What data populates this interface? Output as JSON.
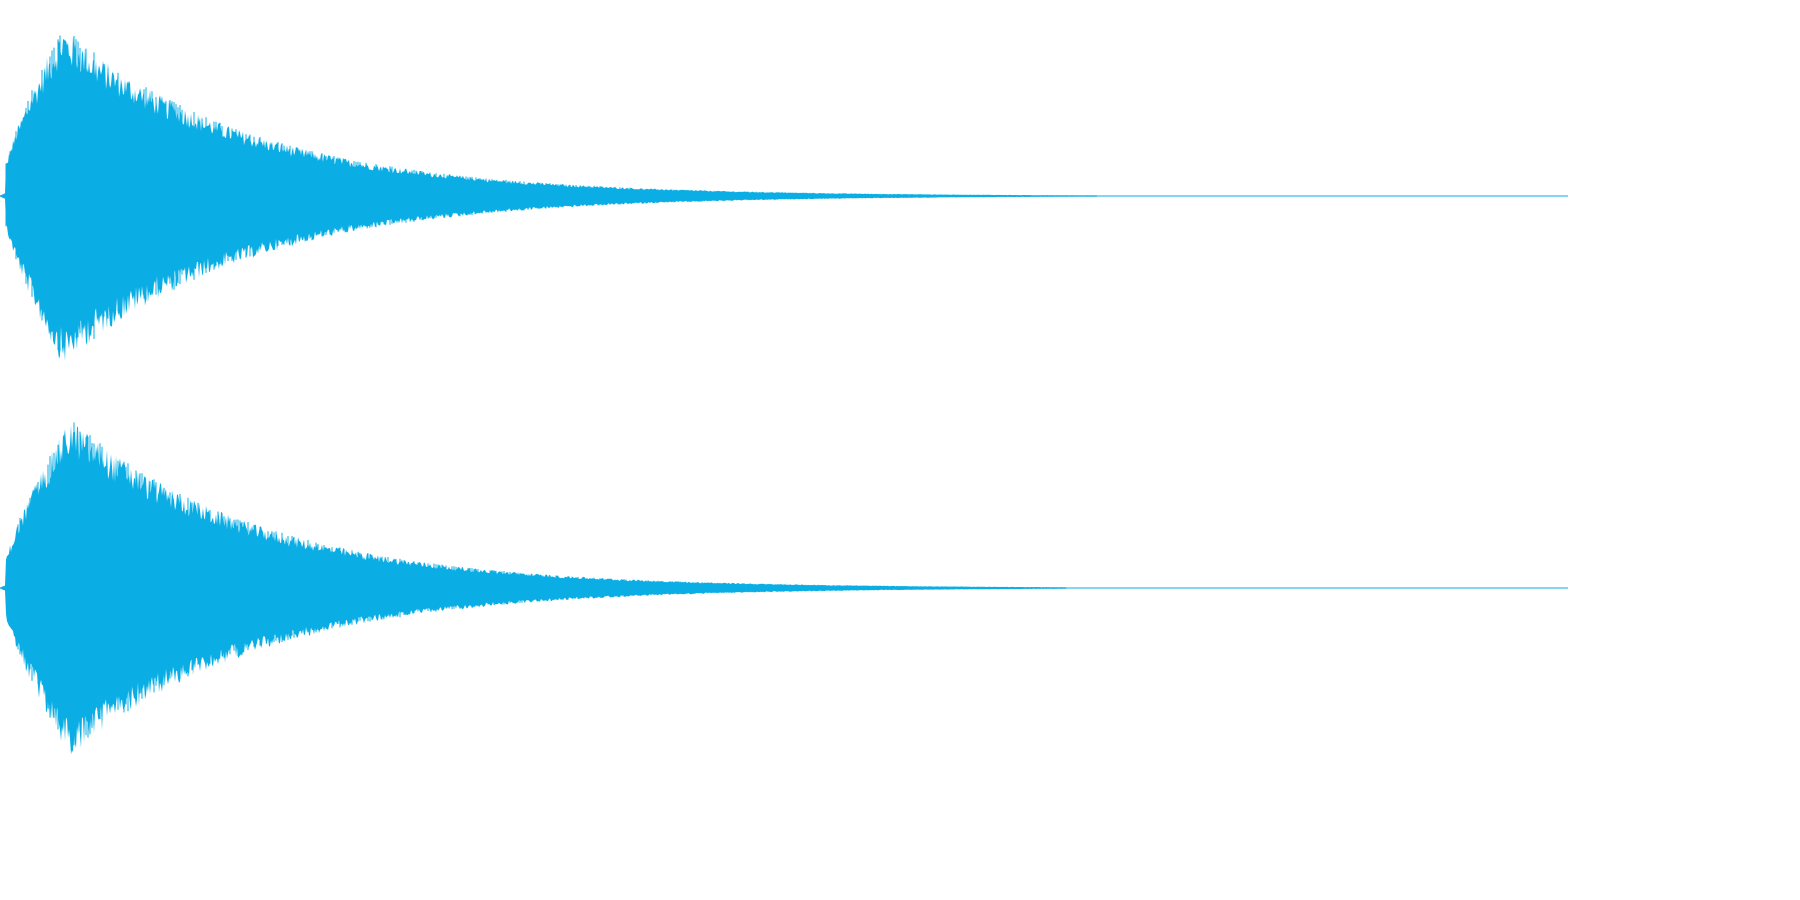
{
  "waveform": {
    "color": "#0aaee4",
    "channels": [
      {
        "name": "channel-1",
        "peak_amplitude": 1.0,
        "attack_end_fraction": 0.04,
        "decay_constant_fraction": 0.12,
        "tail_end_fraction": 0.7
      },
      {
        "name": "channel-2",
        "peak_amplitude": 1.0,
        "attack_end_fraction": 0.045,
        "decay_constant_fraction": 0.12,
        "tail_end_fraction": 0.68
      }
    ]
  }
}
